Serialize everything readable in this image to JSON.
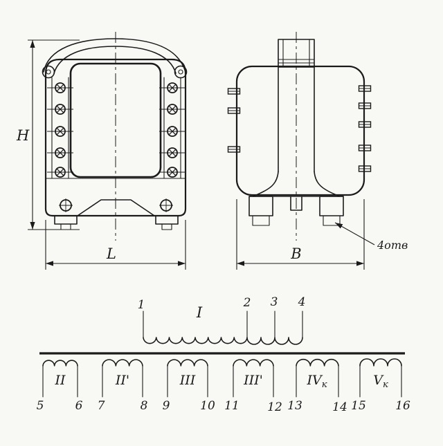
{
  "drawing": {
    "background": "#f8f8f5",
    "ink": "#1b1b1b",
    "front_view": {
      "height_dim": "H",
      "width_dim": "L"
    },
    "side_view": {
      "width_dim": "B",
      "holes_note": "4отв"
    },
    "schematic": {
      "primary": {
        "label": "I",
        "terminals": [
          "1",
          "2",
          "3",
          "4"
        ]
      },
      "secondaries": [
        {
          "label": "II",
          "sub": "",
          "pins": [
            "5",
            "6"
          ]
        },
        {
          "label": "II'",
          "sub": "",
          "pins": [
            "7",
            "8"
          ]
        },
        {
          "label": "III",
          "sub": "",
          "pins": [
            "9",
            "10"
          ]
        },
        {
          "label": "III'",
          "sub": "",
          "pins": [
            "11",
            "12"
          ]
        },
        {
          "label": "IV",
          "sub": "к",
          "pins": [
            "13",
            "14"
          ]
        },
        {
          "label": "V",
          "sub": "к",
          "pins": [
            "15",
            "16"
          ]
        }
      ]
    }
  }
}
